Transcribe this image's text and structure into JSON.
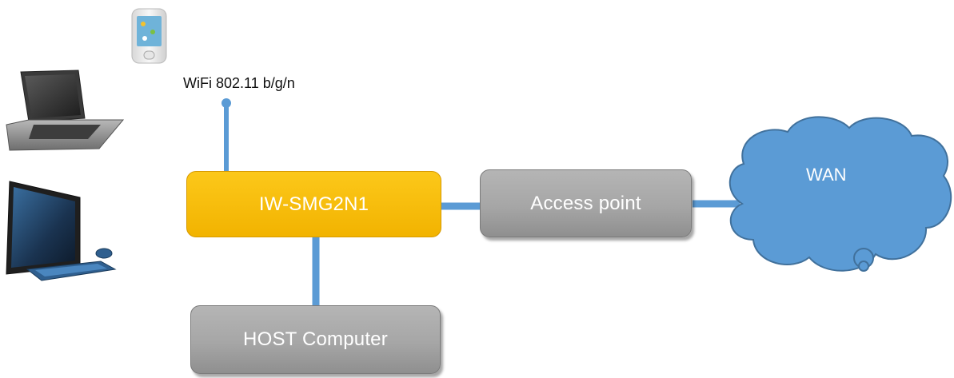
{
  "diagram": {
    "nodes": {
      "module": "IW-SMG2N1",
      "access_point": "Access point",
      "host": "HOST Computer",
      "wan": "WAN"
    },
    "wifi_label": "WiFi 802.11 b/g/n",
    "devices": [
      "phone-icon",
      "laptop-icon",
      "desktop-icon"
    ],
    "colors": {
      "module_fill": "#f9bf0f",
      "box_fill": "#a6a6a6",
      "connector": "#5b9bd5",
      "cloud_fill": "#5b9bd5",
      "cloud_stroke": "#41719c"
    }
  }
}
